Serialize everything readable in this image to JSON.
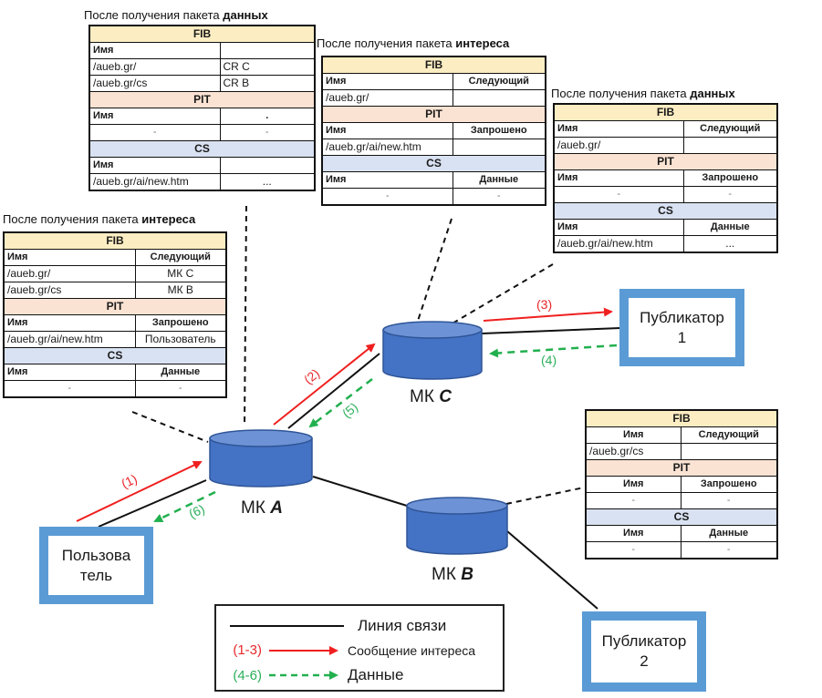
{
  "colors": {
    "interest": "#f01f1f",
    "data": "#22b04f",
    "link": "#111111",
    "router_fill": "#4472c4",
    "router_top": "#6d93d6",
    "endpoint_border": "#5b9bd5",
    "fib_header": "#fcedc2",
    "pit_header": "#fbe3d3",
    "cs_header": "#d9e2f2"
  },
  "tables": {
    "a_after_data": {
      "caption_prefix": "После получения пакета ",
      "caption_bold": "данных",
      "fib_title": "FIB",
      "fib_headers": [
        "Имя",
        ""
      ],
      "fib_rows": [
        [
          "/aueb.gr/",
          "CR C"
        ],
        [
          "/aueb.gr/cs",
          "CR B"
        ]
      ],
      "pit_title": "PIT",
      "pit_headers": [
        "Имя",
        "."
      ],
      "pit_rows": [
        [
          "-",
          "-"
        ]
      ],
      "cs_title": "CS",
      "cs_headers": [
        "Имя",
        ""
      ],
      "cs_rows": [
        [
          "/aueb.gr/ai/new.htm",
          "..."
        ]
      ]
    },
    "a_after_interest": {
      "caption_prefix": "После получения пакета ",
      "caption_bold": "интереса",
      "fib_title": "FIB",
      "fib_headers": [
        "Имя",
        "Следующий"
      ],
      "fib_rows": [
        [
          "/aueb.gr/",
          "МК C"
        ],
        [
          "/aueb.gr/cs",
          "МК B"
        ]
      ],
      "pit_title": "PIT",
      "pit_headers": [
        "Имя",
        "Запрошено"
      ],
      "pit_rows": [
        [
          "/aueb.gr/ai/new.htm",
          "Пользователь"
        ]
      ],
      "cs_title": "CS",
      "cs_headers": [
        "Имя",
        "Данные"
      ],
      "cs_rows": [
        [
          "-",
          "-"
        ]
      ]
    },
    "c_after_interest": {
      "caption_prefix": "После получения пакета ",
      "caption_bold": "интереса",
      "fib_title": "FIB",
      "fib_headers": [
        "Имя",
        "Следующий"
      ],
      "fib_rows": [
        [
          "/aueb.gr/",
          ""
        ]
      ],
      "pit_title": "PIT",
      "pit_headers": [
        "Имя",
        "Запрошено"
      ],
      "pit_rows": [
        [
          "/aueb.gr/ai/new.htm",
          ""
        ]
      ],
      "cs_title": "CS",
      "cs_headers": [
        "Имя",
        "Данные"
      ],
      "cs_rows": [
        [
          "-",
          "-"
        ]
      ]
    },
    "c_after_data": {
      "caption_prefix": "После получения пакета ",
      "caption_bold": "данных",
      "fib_title": "FIB",
      "fib_headers": [
        "Имя",
        "Следующий"
      ],
      "fib_rows": [
        [
          "/aueb.gr/",
          ""
        ]
      ],
      "pit_title": "PIT",
      "pit_headers": [
        "Имя",
        "Запрошено"
      ],
      "pit_rows": [
        [
          "-",
          "-"
        ]
      ],
      "cs_title": "CS",
      "cs_headers": [
        "Имя",
        "Данные"
      ],
      "cs_rows": [
        [
          "/aueb.gr/ai/new.htm",
          "..."
        ]
      ]
    },
    "b": {
      "fib_title": "FIB",
      "fib_headers": [
        "Имя",
        "Следующий"
      ],
      "fib_rows": [
        [
          "/aueb.gr/cs",
          ""
        ]
      ],
      "pit_title": "PIT",
      "pit_headers": [
        "Имя",
        "Запрошено"
      ],
      "pit_rows": [
        [
          "-",
          "-"
        ]
      ],
      "cs_title": "CS",
      "cs_headers": [
        "Имя",
        "Данные"
      ],
      "cs_rows": [
        [
          "-",
          "-"
        ]
      ]
    }
  },
  "nodes": {
    "router_a": {
      "prefix": "МК ",
      "letter": "A"
    },
    "router_b": {
      "prefix": "МК ",
      "letter": "B"
    },
    "router_c": {
      "prefix": "МК ",
      "letter": "C"
    },
    "user": {
      "line1": "Пользова",
      "line2": "тель"
    },
    "publisher1": {
      "line1": "Публикатор",
      "line2": "1"
    },
    "publisher2": {
      "line1": "Публикатор",
      "line2": "2"
    }
  },
  "steps": {
    "s1": "(1)",
    "s2": "(2)",
    "s3": "(3)",
    "s4": "(4)",
    "s5": "(5)",
    "s6": "(6)"
  },
  "legend": {
    "link_label": "Линия связи",
    "interest_range": "(1-3)",
    "interest_label": "Сообщение интереса",
    "data_range": "(4-6)",
    "data_label": "Данные"
  }
}
